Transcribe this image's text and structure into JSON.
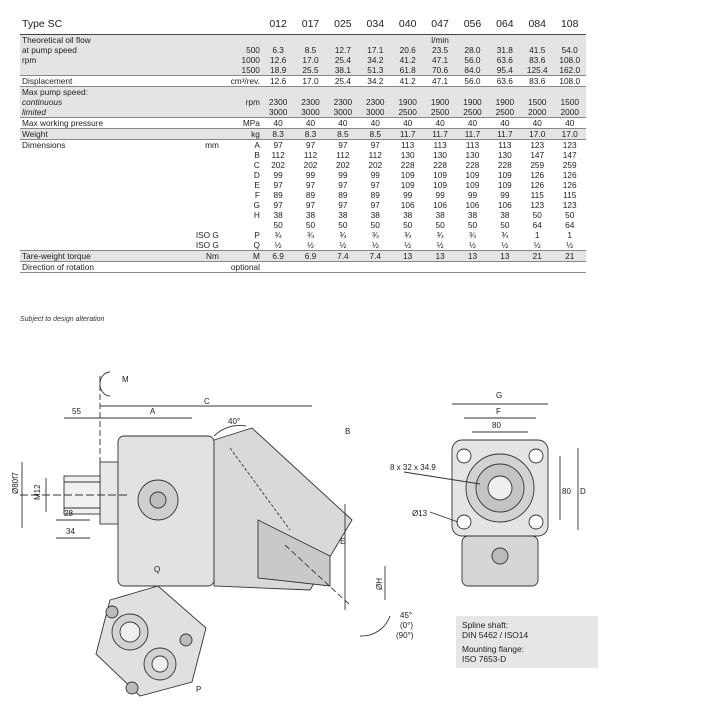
{
  "table": {
    "title": "Type SC",
    "sizes": [
      "012",
      "017",
      "025",
      "034",
      "040",
      "047",
      "056",
      "064",
      "084",
      "108"
    ],
    "flow": {
      "label": [
        "Theoretical oil flow",
        "at pump speed",
        "rpm"
      ],
      "units_row": [
        "",
        "",
        "",
        "",
        "",
        "l/min",
        "",
        "",
        "",
        ""
      ],
      "rpms": [
        "500",
        "1000",
        "1500"
      ],
      "values": [
        [
          "6.3",
          "12.6",
          "18.9"
        ],
        [
          "8.5",
          "17.0",
          "25.5"
        ],
        [
          "12.7",
          "25.4",
          "38.1"
        ],
        [
          "17.1",
          "34.2",
          "51.3"
        ],
        [
          "20.6",
          "41.2",
          "61.8"
        ],
        [
          "23.5",
          "47.1",
          "70.6"
        ],
        [
          "28.0",
          "56.0",
          "84.0"
        ],
        [
          "31.8",
          "63.6",
          "95.4"
        ],
        [
          "41.5",
          "83.6",
          "125.4"
        ],
        [
          "54.0",
          "108.0",
          "162.0"
        ]
      ]
    },
    "displacement": {
      "label": "Displacement",
      "unit": "cm³/rev.",
      "values": [
        "12.6",
        "17.0",
        "25.4",
        "34.2",
        "41.2",
        "47.1",
        "56.0",
        "63.6",
        "83.6",
        "108.0"
      ]
    },
    "max_speed": {
      "label": [
        "Max pump speed:",
        "continuous",
        "limited"
      ],
      "unit": "rpm",
      "continuous": [
        "2300",
        "2300",
        "2300",
        "2300",
        "1900",
        "1900",
        "1900",
        "1900",
        "1500",
        "1500"
      ],
      "limited": [
        "3000",
        "3000",
        "3000",
        "3000",
        "2500",
        "2500",
        "2500",
        "2500",
        "2000",
        "2000"
      ]
    },
    "pressure": {
      "label": "Max working pressure",
      "unit": "MPa",
      "values": [
        "40",
        "40",
        "40",
        "40",
        "40",
        "40",
        "40",
        "40",
        "40",
        "40"
      ]
    },
    "weight": {
      "label": "Weight",
      "unit": "kg",
      "values": [
        "8.3",
        "8.3",
        "8.5",
        "8.5",
        "11.7",
        "11.7",
        "11.7",
        "11.7",
        "17.0",
        "17.0"
      ]
    },
    "dimensions": {
      "label": "Dimensions",
      "unit": "mm",
      "iso": [
        "",
        "",
        "",
        "",
        "",
        "",
        "",
        "",
        "ISO G",
        "ISO G"
      ],
      "letters": [
        "A",
        "B",
        "C",
        "D",
        "E",
        "F",
        "G",
        "H",
        "",
        "P",
        "Q"
      ],
      "columns": [
        [
          "97",
          "112",
          "202",
          "99",
          "97",
          "89",
          "97",
          "38",
          "50",
          "¾",
          "½"
        ],
        [
          "97",
          "112",
          "202",
          "99",
          "97",
          "89",
          "97",
          "38",
          "50",
          "¾",
          "½"
        ],
        [
          "97",
          "112",
          "202",
          "99",
          "97",
          "89",
          "97",
          "38",
          "50",
          "¾",
          "½"
        ],
        [
          "97",
          "112",
          "202",
          "99",
          "97",
          "89",
          "97",
          "38",
          "50",
          "¾",
          "½"
        ],
        [
          "113",
          "130",
          "228",
          "109",
          "109",
          "99",
          "106",
          "38",
          "50",
          "¾",
          "½"
        ],
        [
          "113",
          "130",
          "228",
          "109",
          "109",
          "99",
          "106",
          "38",
          "50",
          "¾",
          "½"
        ],
        [
          "113",
          "130",
          "228",
          "109",
          "109",
          "99",
          "106",
          "38",
          "50",
          "¾",
          "½"
        ],
        [
          "113",
          "130",
          "228",
          "109",
          "109",
          "99",
          "106",
          "38",
          "50",
          "¾",
          "½"
        ],
        [
          "123",
          "147",
          "259",
          "126",
          "126",
          "115",
          "123",
          "50",
          "64",
          "1",
          "½"
        ],
        [
          "123",
          "147",
          "259",
          "126",
          "126",
          "115",
          "123",
          "50",
          "64",
          "1",
          "½"
        ]
      ]
    },
    "torque": {
      "label": "Tare-weight torque",
      "unit": "Nm",
      "sub": "M",
      "values": [
        "6.9",
        "6.9",
        "7.4",
        "7.4",
        "13",
        "13",
        "13",
        "13",
        "21",
        "21"
      ]
    },
    "rotation": {
      "label": "Direction of rotation",
      "value": "optional"
    },
    "note": "Subject to design alteration"
  },
  "drawing": {
    "labels": {
      "M": "M",
      "A": "A",
      "C": "C",
      "B": "B",
      "E": "E",
      "Q": "Q",
      "P": "P",
      "G": "G",
      "F": "F",
      "D": "D",
      "d55": "55",
      "d28": "28",
      "d34": "34",
      "d80": "80",
      "d80v": "80",
      "ang40": "40°",
      "ang45": "45°",
      "ang0": "(0°)",
      "ang90": "(90°)",
      "dia80f7": "Ø80f7",
      "m12": "M12",
      "diaH": "ØH",
      "bolt": "8 x 32 x 34.9",
      "d13": "Ø13"
    },
    "legend": {
      "spline_title": "Spline shaft:",
      "spline_value": "DIN 5462 / ISO14",
      "flange_title": "Mounting flange:",
      "flange_value": "ISO 7653-D"
    }
  }
}
